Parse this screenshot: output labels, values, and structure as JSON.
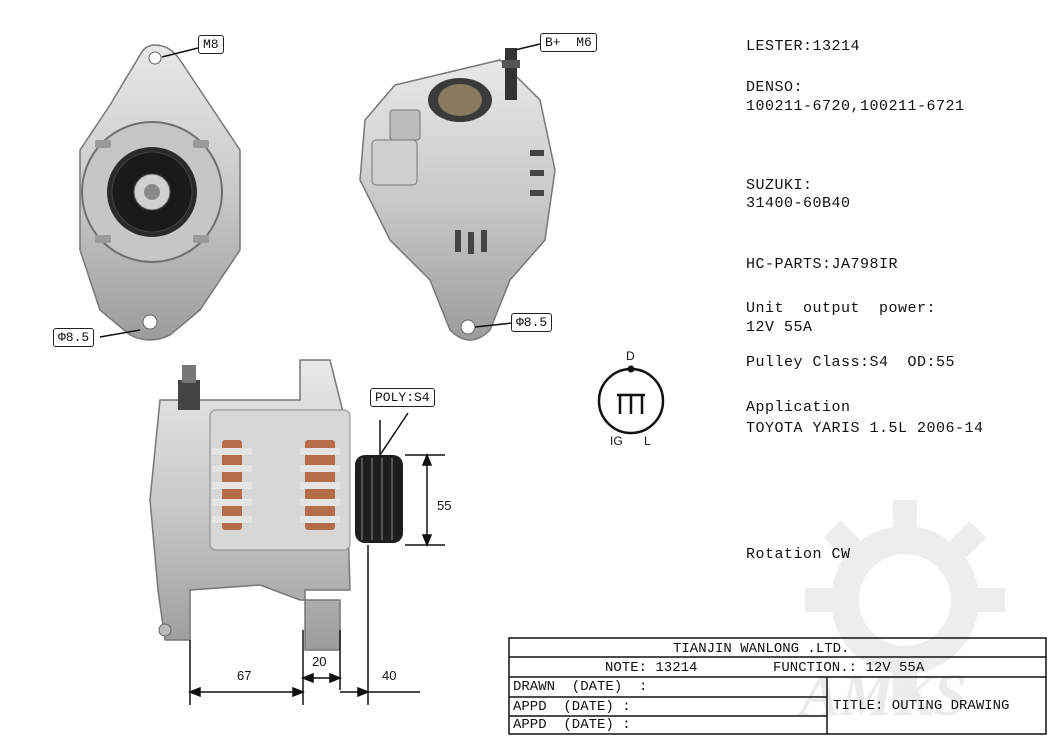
{
  "callouts": {
    "m8": "M8",
    "b_plus_m6": "B+  M6",
    "phi_left": "Φ8.5",
    "phi_right": "Φ8.5",
    "poly": "POLY:S4"
  },
  "dimensions": {
    "d55": "55",
    "d67": "67",
    "d20": "20",
    "d40": "40"
  },
  "connector": {
    "top_label": "D",
    "left_label": "IG",
    "right_label": "L"
  },
  "specs": {
    "lester": "LESTER:13214",
    "denso_label": "DENSO:",
    "denso_values": "100211-6720,100211-6721",
    "suzuki_label": "SUZUKI:",
    "suzuki_value": "31400-60B40",
    "hc_parts": "HC-PARTS:JA798IR",
    "output_label": "Unit  output  power:",
    "output_value": "12V 55A",
    "pulley": "Pulley Class:S4  OD:55",
    "application_label": "Application",
    "application_value": "TOYOTA YARIS 1.5L 2006-14",
    "rotation": "Rotation CW"
  },
  "title_block": {
    "company": "TIANJIN WANLONG .LTD.",
    "note": "NOTE: 13214",
    "function": "FUNCTION.: 12V 55A",
    "drawn": "DRAWN  (DATE)  :",
    "appd1": "APPD  (DATE) :",
    "appd2": "APPD  (DATE) :",
    "title": "TITLE: OUTING DRAWING"
  },
  "watermark": {
    "text": "AMKS"
  },
  "colors": {
    "line": "#111111",
    "metal_light": "#d9d9d9",
    "metal_mid": "#b5b5b5",
    "metal_dark": "#5a5a5a",
    "copper": "#b0603a",
    "watermark": "#ececec"
  }
}
